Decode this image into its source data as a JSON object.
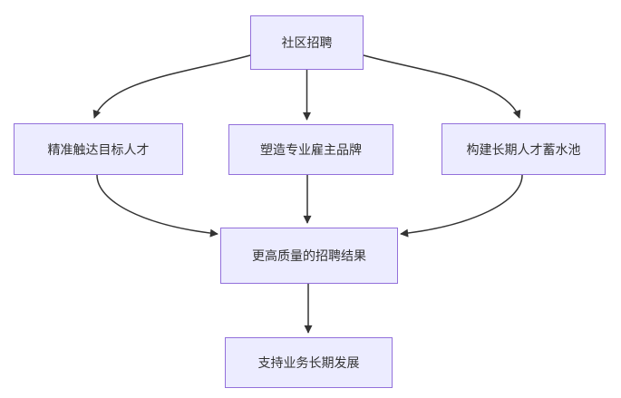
{
  "diagram": {
    "type": "flowchart",
    "direction": "top-down",
    "background": "#FFFFFF",
    "nodes": [
      {
        "id": "community-recruitment",
        "label": "社区招聘"
      },
      {
        "id": "precise-targeting",
        "label": "精准触达目标人才"
      },
      {
        "id": "employer-brand",
        "label": "塑造专业雇主品牌"
      },
      {
        "id": "talent-pool",
        "label": "构建长期人才蓄水池"
      },
      {
        "id": "recruitment-results",
        "label": "更高质量的招聘结果"
      },
      {
        "id": "business-growth",
        "label": "支持业务长期发展"
      }
    ],
    "edges": [
      {
        "from": "社区招聘",
        "to": "精准触达目标人才"
      },
      {
        "from": "社区招聘",
        "to": "塑造专业雇主品牌"
      },
      {
        "from": "社区招聘",
        "to": "构建长期人才蓄水池"
      },
      {
        "from": "精准触达目标人才",
        "to": "更高质量的招聘结果"
      },
      {
        "from": "塑造专业雇主品牌",
        "to": "更高质量的招聘结果"
      },
      {
        "from": "构建长期人才蓄水池",
        "to": "更高质量的招聘结果"
      },
      {
        "from": "更高质量的招聘结果",
        "to": "支持业务长期发展"
      }
    ],
    "colors": {
      "node_fill": "#ECECFF",
      "node_border": "#9370DB",
      "edge_stroke": "#333333",
      "text": "#333333"
    }
  }
}
